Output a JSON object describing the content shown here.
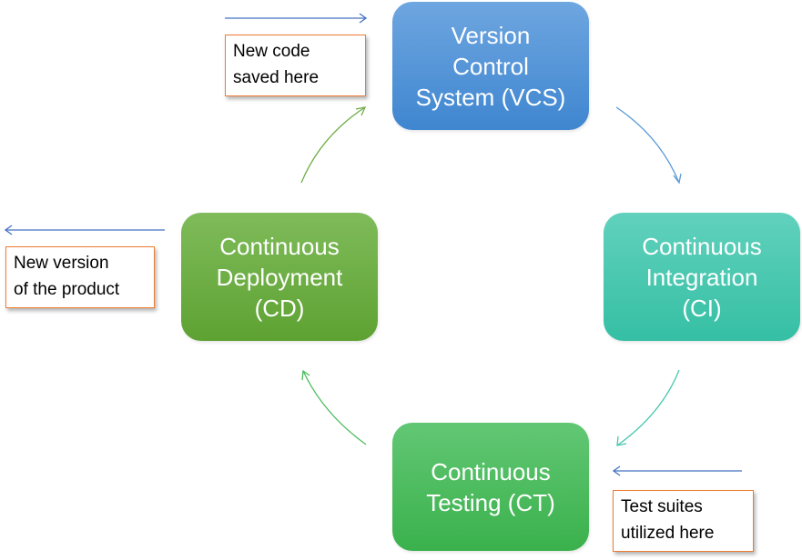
{
  "diagram": {
    "title": "CI/CD cycle",
    "nodes": {
      "vcs": {
        "lines": [
          "Version",
          "Control",
          "System (VCS)"
        ],
        "color": "#4a8fd6"
      },
      "ci": {
        "lines": [
          "Continuous",
          "Integration",
          "(CI)"
        ],
        "color": "#46c7ae"
      },
      "ct": {
        "lines": [
          "Continuous",
          "Testing (CT)"
        ],
        "color": "#4cbc5e"
      },
      "cd": {
        "lines": [
          "Continuous",
          "Deployment",
          "(CD)"
        ],
        "color": "#6eae46"
      }
    },
    "notes": {
      "vcs": {
        "lines": [
          "New code",
          "saved here"
        ]
      },
      "cd": {
        "lines": [
          "New version",
          "of the product"
        ]
      },
      "ct": {
        "lines": [
          "Test suites",
          "utilized here"
        ]
      }
    },
    "note_border_color": "#ed7d31",
    "edges": [
      {
        "from": "Version Control System (VCS)",
        "to": "Continuous Integration (CI)",
        "color": "#5b9bd5"
      },
      {
        "from": "Continuous Integration (CI)",
        "to": "Continuous Testing (CT)",
        "color": "#46c7ae"
      },
      {
        "from": "Continuous Testing (CT)",
        "to": "Continuous Deployment (CD)",
        "color": "#4cbc5e"
      },
      {
        "from": "Continuous Deployment (CD)",
        "to": "Version Control System (VCS)",
        "color": "#70ad47"
      }
    ],
    "external_arrows": [
      {
        "target": "Version Control System (VCS)",
        "direction": "in",
        "color": "#4472c4"
      },
      {
        "target": "Continuous Deployment (CD)",
        "direction": "out",
        "color": "#4472c4"
      },
      {
        "target": "Continuous Testing (CT)",
        "direction": "in",
        "color": "#4472c4"
      }
    ]
  }
}
